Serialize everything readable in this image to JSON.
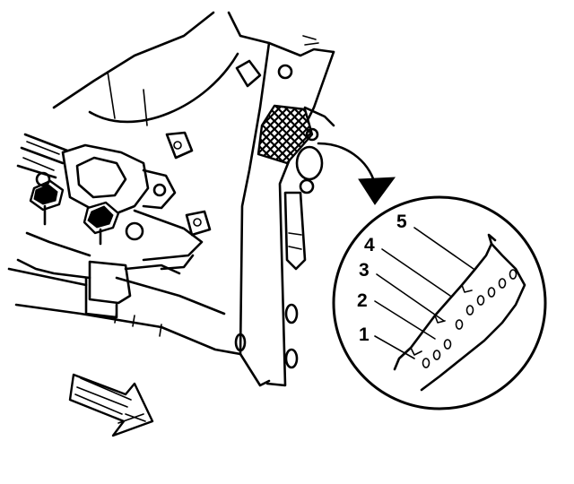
{
  "callouts": [
    {
      "number": "5"
    },
    {
      "number": "4"
    },
    {
      "number": "3"
    },
    {
      "number": "2"
    },
    {
      "number": "1"
    }
  ],
  "icons": {
    "direction_arrow": "front-direction-arrow-icon",
    "magnify_arrow": "curved-arrow-icon",
    "detail_view": "magnified-detail-circle"
  },
  "colors": {
    "ink": "#000000",
    "paper": "#ffffff"
  }
}
